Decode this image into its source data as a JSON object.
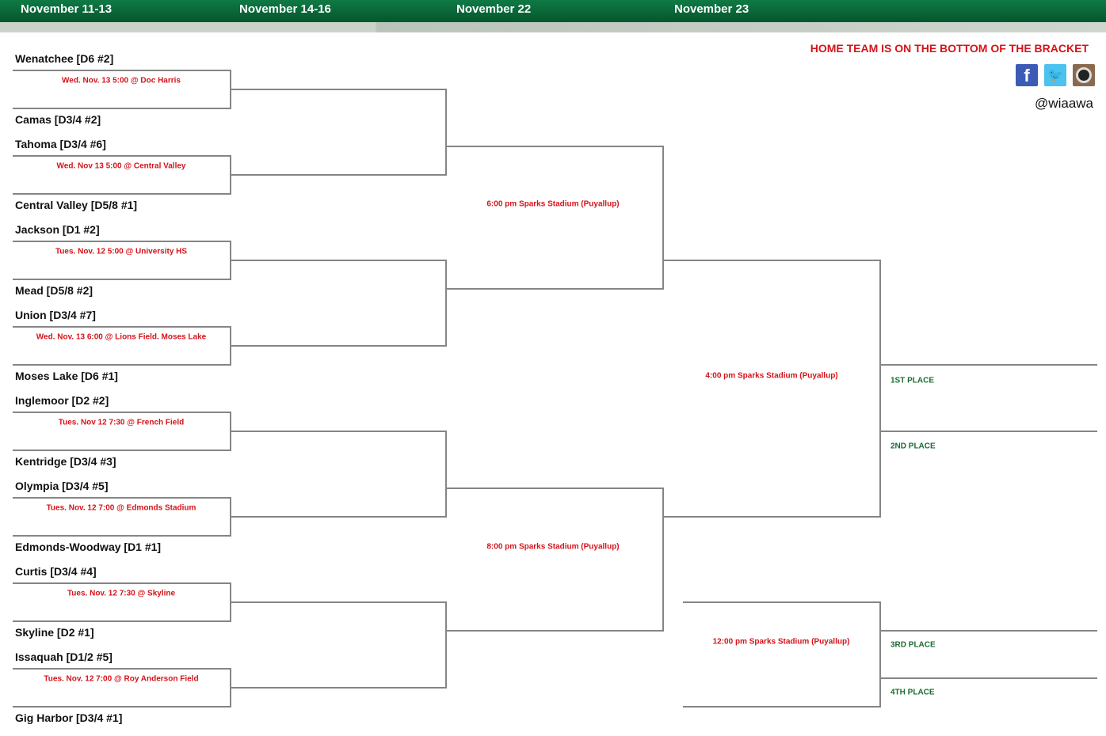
{
  "header": {
    "rounds": [
      "November 11-13",
      "November 14-16",
      "November 22",
      "November 23"
    ]
  },
  "note": "HOME TEAM IS ON THE BOTTOM OF THE BRACKET",
  "social": {
    "icons": [
      "facebook-icon",
      "twitter-icon",
      "instagram-icon"
    ],
    "handle": "@wiaawa"
  },
  "teams": [
    "Wenatchee [D6 #2]",
    "Camas [D3/4 #2]",
    "Tahoma [D3/4 #6]",
    "Central Valley [D5/8 #1]",
    "Jackson [D1 #2]",
    "Mead [D5/8 #2]",
    "Union [D3/4 #7]",
    "Moses Lake [D6 #1]",
    "Inglemoor [D2 #2]",
    "Kentridge [D3/4 #3]",
    "Olympia [D3/4 #5]",
    "Edmonds-Woodway [D1 #1]",
    "Curtis [D3/4 #4]",
    "Skyline [D2 #1]",
    "Issaquah [D1/2 #5]",
    "Gig Harbor [D3/4 #1]"
  ],
  "games": [
    "Wed. Nov. 13 5:00 @ Doc Harris",
    "Wed. Nov 13 5:00 @ Central Valley",
    "Tues. Nov. 12 5:00 @ University HS",
    "Wed. Nov. 13 6:00 @ Lions Field. Moses Lake",
    "Tues. Nov 12 7:30 @ French Field",
    "Tues. Nov. 12 7:00 @ Edmonds Stadium",
    "Tues. Nov. 12 7:30 @ Skyline",
    "Tues. Nov. 12 7:00 @ Roy Anderson Field"
  ],
  "semis": [
    "6:00 pm Sparks Stadium (Puyallup)",
    "8:00 pm Sparks Stadium (Puyallup)"
  ],
  "final": "4:00 pm Sparks Stadium (Puyallup)",
  "third": "12:00 pm Sparks Stadium (Puyallup)",
  "places": [
    "1ST PLACE",
    "2ND PLACE",
    "3RD PLACE",
    "4TH PLACE"
  ],
  "colors": {
    "header": "#0a6838",
    "accent": "#d4141a",
    "place": "#1b6b35"
  }
}
